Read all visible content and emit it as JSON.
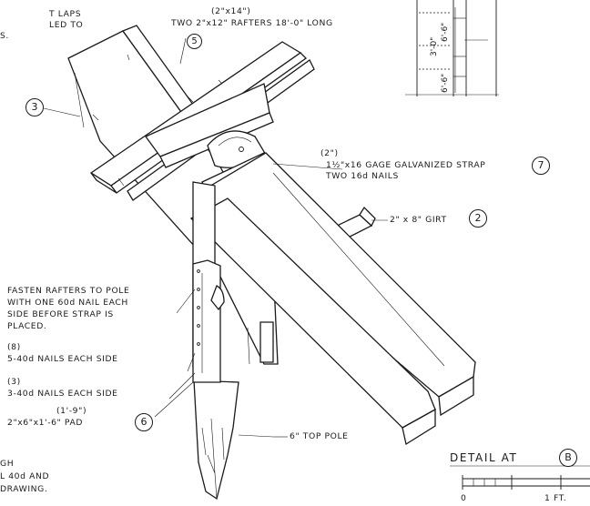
{
  "notes": {
    "top_left": [
      "T LAPS",
      "LED TO",
      "S."
    ],
    "bottom_left": [
      "GH",
      "L 40d AND",
      "DRAWING."
    ]
  },
  "rafters": {
    "size": "(2\"x14\")",
    "label": "TWO 2\"x12\" RAFTERS 18'-0\" LONG",
    "ref": "5"
  },
  "strap": {
    "size": "(2\")",
    "label": "1½\"x16 GAGE GALVANIZED STRAP",
    "nails": "TWO 16d NAILS",
    "ref": "7"
  },
  "girt": {
    "label": "2\" x 8\" GIRT",
    "ref": "2"
  },
  "side_ref": "3",
  "fasten_note": [
    "FASTEN RAFTERS TO POLE",
    "WITH ONE 60d NAIL EACH",
    "SIDE BEFORE STRAP IS",
    "PLACED."
  ],
  "nails_1": {
    "count": "(8)",
    "label": "5-40d NAILS EACH SIDE"
  },
  "nails_2": {
    "count": "(3)",
    "label": "3-40d NAILS EACH SIDE"
  },
  "pad": {
    "size": "(1'-9\")",
    "label": "2\"x6\"x1'-6\" PAD",
    "ref": "6"
  },
  "pole": {
    "label": "6\" TOP POLE"
  },
  "detail": {
    "title": "DETAIL AT",
    "ref": "B",
    "scale_zero": "0",
    "scale_one": "1 FT."
  },
  "inset": {
    "dim_1": "3'-0\"",
    "dim_2": "6'-6\"",
    "dim_3": "6'-6\""
  }
}
